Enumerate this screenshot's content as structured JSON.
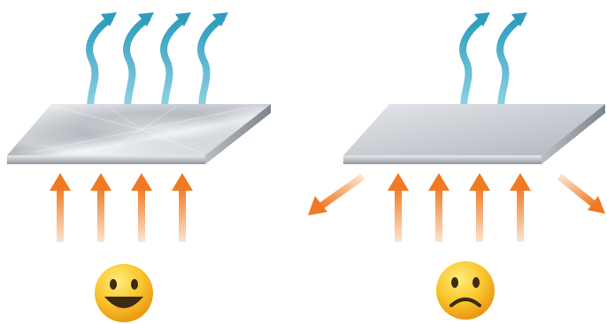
{
  "diagram": {
    "panels": [
      {
        "plate_finish": "brushed-radial-metal",
        "heat_in_arrows": 4,
        "heat_out_waves": 4,
        "reflected_arrows": 0,
        "face": "smiling-face-icon"
      },
      {
        "plate_finish": "flat-gray-metal",
        "heat_in_arrows": 4,
        "heat_out_waves": 2,
        "reflected_arrows": 2,
        "face": "sad-face-icon"
      }
    ],
    "colors": {
      "heat_arrow_top": "#f07a24",
      "heat_arrow_bottom": "#fbd6b8",
      "wave_light": "#7ed0e4",
      "wave_dark": "#2d9dbd",
      "face": "#f6b21a",
      "face_highlight": "#ffe36a",
      "plate_light": "#eef0f3",
      "plate_dark": "#9aa1a8"
    }
  }
}
